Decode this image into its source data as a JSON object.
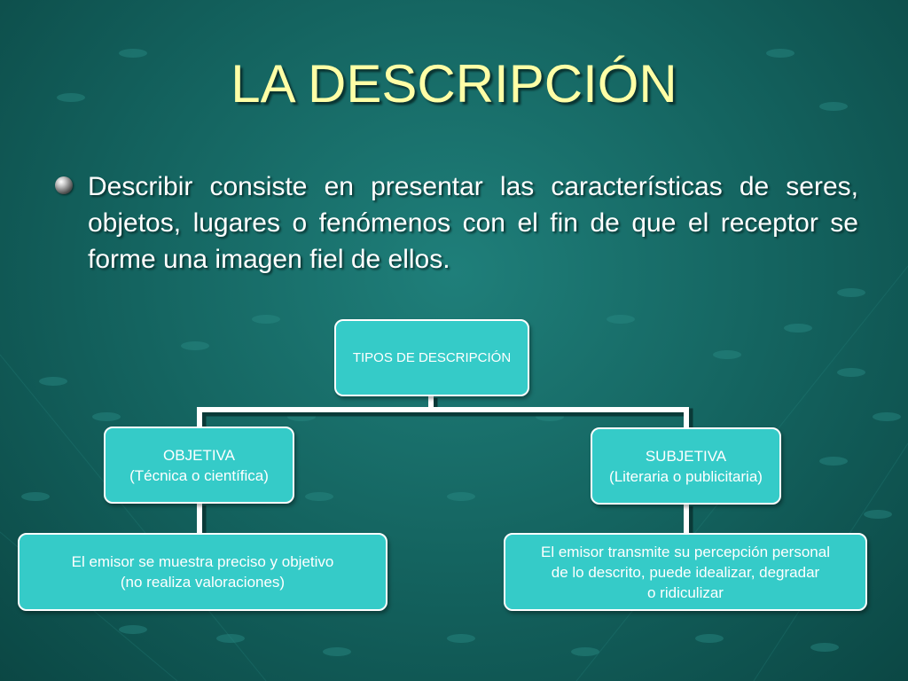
{
  "slide": {
    "title": "LA DESCRIPCIÓN",
    "bullet": "Describir consiste en presentar las características de seres, objetos, lugares o fenómenos con el fin de que el receptor se forme una imagen fiel de ellos."
  },
  "diagram": {
    "root": {
      "label": "TIPOS DE DESCRIPCIÓN"
    },
    "left": {
      "title": "OBJETIVA",
      "subtitle": "(Técnica o científica)",
      "detail_line1": "El emisor se muestra preciso y objetivo",
      "detail_line2": "(no realiza valoraciones)"
    },
    "right": {
      "title": "SUBJETIVA",
      "subtitle": "(Literaria o publicitaria)",
      "detail_line1": "El emisor transmite su percepción personal",
      "detail_line2": "de lo descrito, puede idealizar, degradar",
      "detail_line3": "o ridiculizar"
    }
  },
  "colors": {
    "background": "#13615d",
    "title": "#ffffa6",
    "node_fill": "#35cbc8",
    "node_border": "#ffffff"
  }
}
